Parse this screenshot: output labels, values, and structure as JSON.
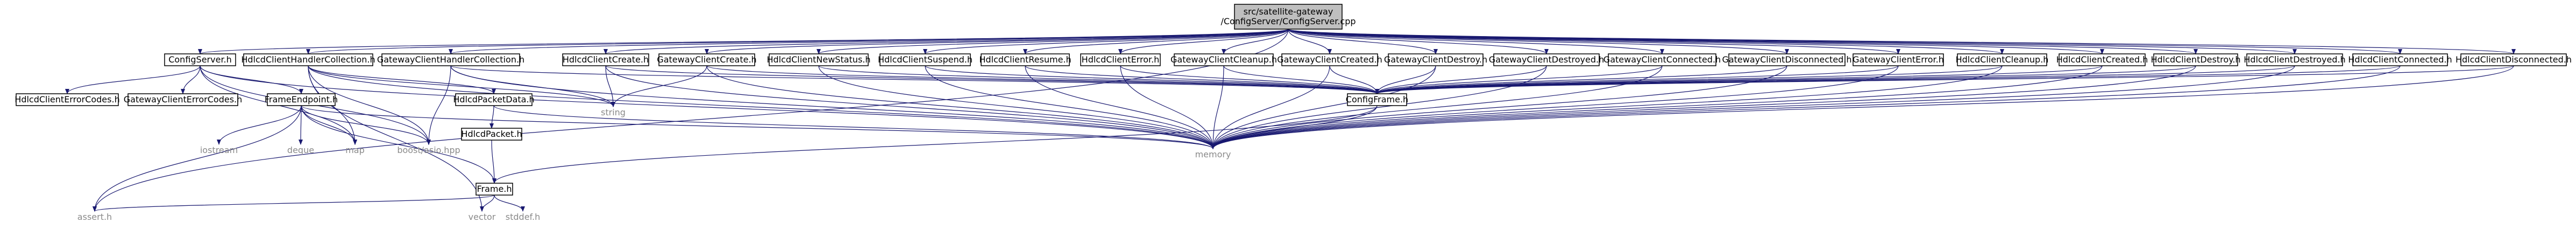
{
  "diagram": {
    "root_label_lines": [
      "src/satellite-gateway",
      "/ConfigServer/ConfigServer.cpp"
    ],
    "nodes": [
      {
        "id": "root",
        "label": "src/satellite-gateway\n/ConfigServer/ConfigServer.cpp",
        "style": "root"
      },
      {
        "id": "configserver_h",
        "label": "ConfigServer.h",
        "style": "plain"
      },
      {
        "id": "hcihc_h",
        "label": "HdlcdClientHandlerCollection.h",
        "style": "box"
      },
      {
        "id": "gchc_h",
        "label": "GatewayClientHandlerCollection.h",
        "style": "box"
      },
      {
        "id": "hccreate_h",
        "label": "HdlcdClientCreate.h",
        "style": "box"
      },
      {
        "id": "gccreate_h",
        "label": "GatewayClientCreate.h",
        "style": "box"
      },
      {
        "id": "hcnewstatus_h",
        "label": "HdlcdClientNewStatus.h",
        "style": "box"
      },
      {
        "id": "hcsuspend_h",
        "label": "HdlcdClientSuspend.h",
        "style": "box"
      },
      {
        "id": "hcresume_h",
        "label": "HdlcdClientResume.h",
        "style": "box"
      },
      {
        "id": "hcerror_h",
        "label": "HdlcdClientError.h",
        "style": "box"
      },
      {
        "id": "gccleanup_h",
        "label": "GatewayClientCleanup.h",
        "style": "box"
      },
      {
        "id": "gccreated_h",
        "label": "GatewayClientCreated.h",
        "style": "box"
      },
      {
        "id": "gcdestroy_h",
        "label": "GatewayClientDestroy.h",
        "style": "box"
      },
      {
        "id": "gcdestroyed_h",
        "label": "GatewayClientDestroyed.h",
        "style": "box"
      },
      {
        "id": "gcconnected_h",
        "label": "GatewayClientConnected.h",
        "style": "box"
      },
      {
        "id": "gcdisconnected_h",
        "label": "GatewayClientDisconnected.h",
        "style": "box"
      },
      {
        "id": "gcerror_h",
        "label": "GatewayClientError.h",
        "style": "box"
      },
      {
        "id": "hccleanup_h",
        "label": "HdlcdClientCleanup.h",
        "style": "box"
      },
      {
        "id": "hccreated_h",
        "label": "HdlcdClientCreated.h",
        "style": "box"
      },
      {
        "id": "hcdestroy_h",
        "label": "HdlcdClientDestroy.h",
        "style": "box"
      },
      {
        "id": "hcdestroyed_h",
        "label": "HdlcdClientDestroyed.h",
        "style": "box"
      },
      {
        "id": "hcconnected_h",
        "label": "HdlcdClientConnected.h",
        "style": "box"
      },
      {
        "id": "hcdisconnected_h",
        "label": "HdlcdClientDisconnected.h",
        "style": "box"
      },
      {
        "id": "hcerrorcodes_h",
        "label": "HdlcdClientErrorCodes.h",
        "style": "box"
      },
      {
        "id": "gcerrorcodes_h",
        "label": "GatewayClientErrorCodes.h",
        "style": "box"
      },
      {
        "id": "frameendpoint_h",
        "label": "FrameEndpoint.h",
        "style": "box"
      },
      {
        "id": "hdlcdpacketdata_h",
        "label": "HdlcdPacketData.h",
        "style": "box"
      },
      {
        "id": "hdlcdpacket_h",
        "label": "HdlcdPacket.h",
        "style": "box"
      },
      {
        "id": "frame_h",
        "label": "Frame.h",
        "style": "box"
      },
      {
        "id": "configframe_h",
        "label": "ConfigFrame.h",
        "style": "box"
      },
      {
        "id": "string",
        "label": "string",
        "style": "gray"
      },
      {
        "id": "memory",
        "label": "memory",
        "style": "gray"
      },
      {
        "id": "boost_asio",
        "label": "boost/asio.hpp",
        "style": "gray"
      },
      {
        "id": "map",
        "label": "map",
        "style": "gray"
      },
      {
        "id": "iostream",
        "label": "iostream",
        "style": "gray"
      },
      {
        "id": "deque",
        "label": "deque",
        "style": "gray"
      },
      {
        "id": "vector",
        "label": "vector",
        "style": "gray"
      },
      {
        "id": "stddef",
        "label": "stddef.h",
        "style": "gray"
      },
      {
        "id": "assert",
        "label": "assert.h",
        "style": "gray"
      }
    ]
  }
}
